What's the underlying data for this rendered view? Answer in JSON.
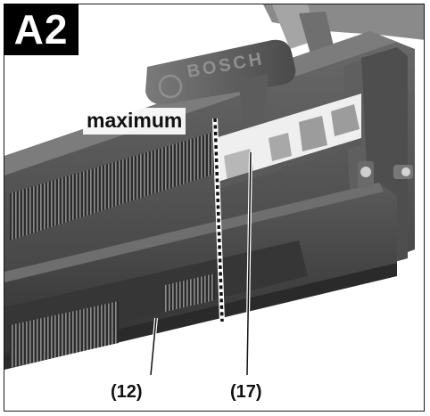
{
  "figure": {
    "badge": "A2",
    "brand_text": "BOSCH",
    "labels": {
      "maximum": "maximum",
      "part_12": "(12)",
      "part_17": "(17)"
    }
  },
  "colors": {
    "badge_bg": "#000000",
    "rail_dark": "#3d3d3d",
    "rail_mid": "#555555",
    "rail_light": "#8a8a8a",
    "background": "#ffffff"
  }
}
